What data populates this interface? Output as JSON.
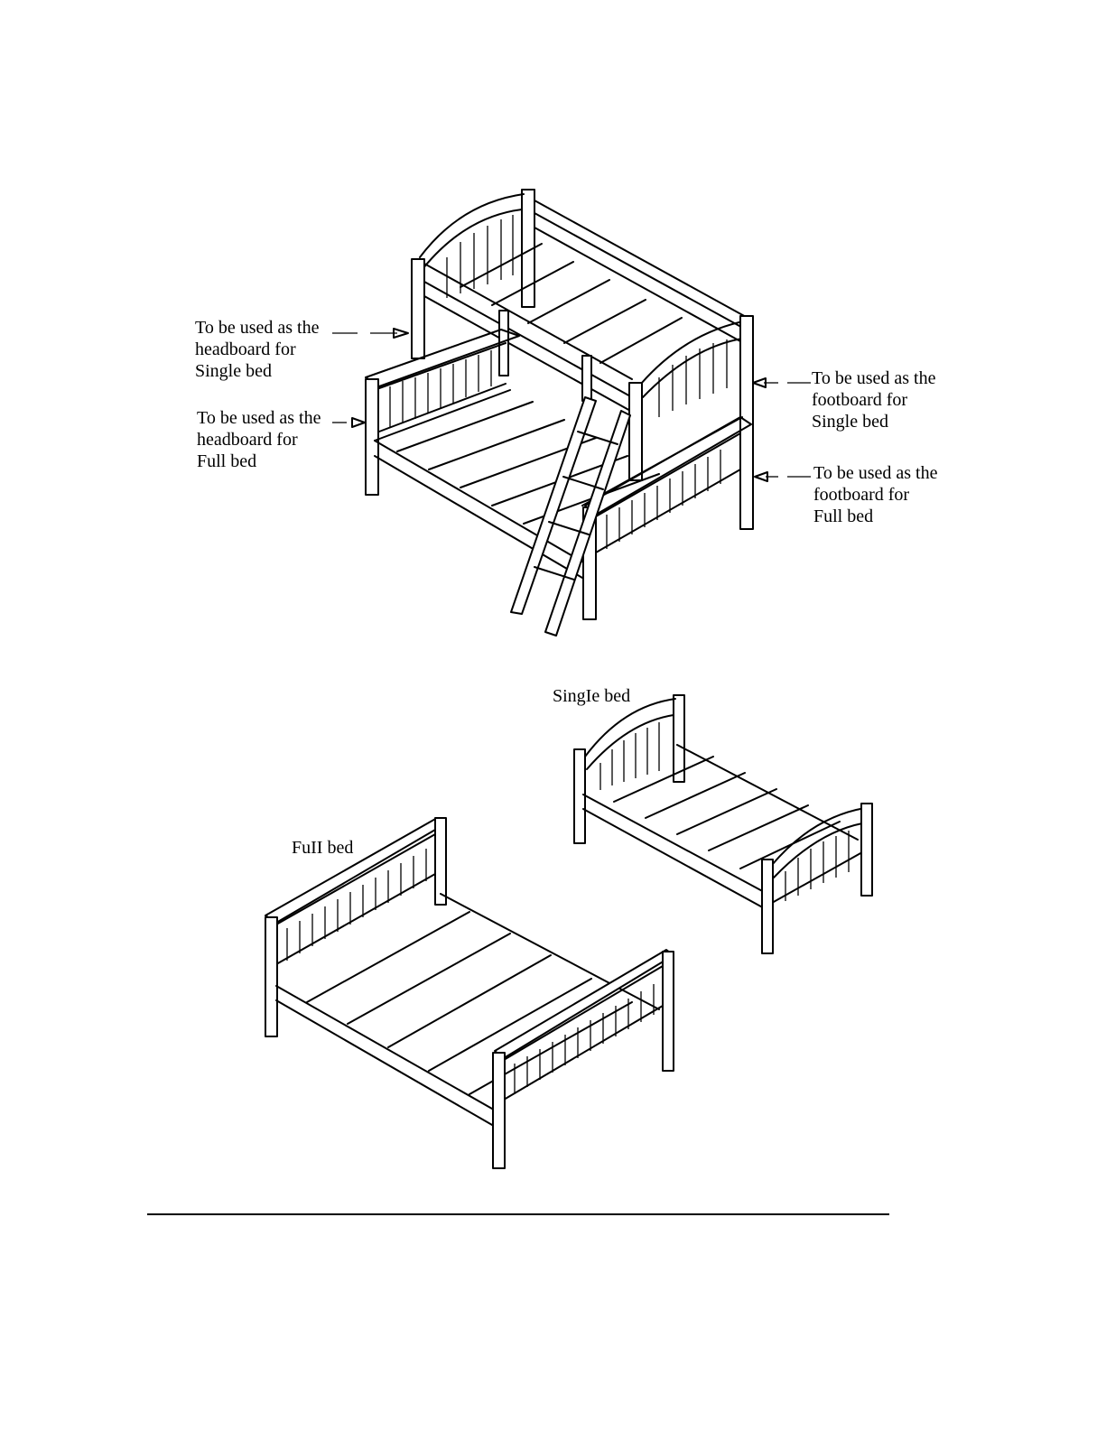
{
  "labels": {
    "single_headboard": [
      "To be used as the",
      "headboard for",
      "Single bed"
    ],
    "full_headboard": [
      "To be used as the",
      "headboard for",
      "Full bed"
    ],
    "single_footboard": [
      "To be used as the",
      "footboard for",
      "Single bed"
    ],
    "full_footboard": [
      "To be used as the",
      "footboard for",
      "Full bed"
    ],
    "single_bed": "SingIe bed",
    "full_bed": "FuII bed"
  }
}
